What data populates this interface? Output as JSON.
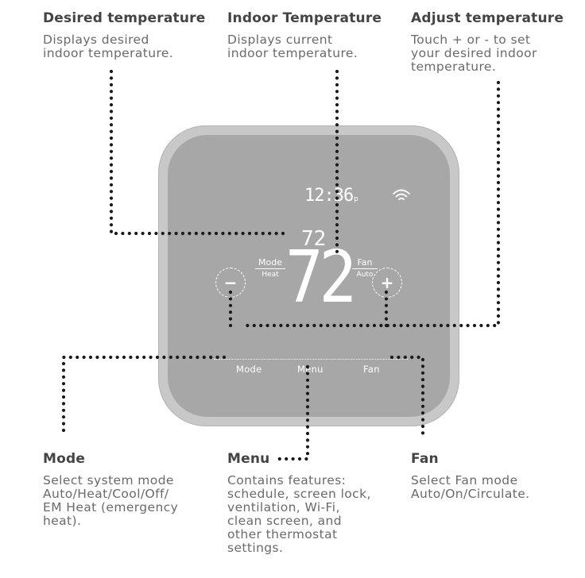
{
  "callouts": {
    "desired": {
      "title": "Desired temperature",
      "desc": [
        "Displays desired",
        "indoor temperature."
      ]
    },
    "indoor": {
      "title": "Indoor Temperature",
      "desc": [
        "Displays current",
        "indoor temperature."
      ]
    },
    "adjust": {
      "title": "Adjust temperature",
      "desc": [
        "Touch + or - to set",
        "your desired indoor",
        "temperature."
      ]
    },
    "mode": {
      "title": "Mode",
      "desc": [
        "Select system mode",
        "Auto/Heat/Cool/Off/",
        "EM Heat (emergency",
        "heat)."
      ]
    },
    "menu": {
      "title": "Menu",
      "desc": [
        "Contains features:",
        "schedule, screen lock,",
        "ventilation, Wi-Fi,",
        "clean screen, and",
        "other thermostat",
        "settings."
      ]
    },
    "fan": {
      "title": "Fan",
      "desc": [
        "Select Fan mode",
        "Auto/On/Circulate."
      ]
    }
  },
  "thermostat": {
    "time": "12:36",
    "ampm": "p",
    "setpoint": "72",
    "indoor_temp": "72",
    "mode_label": "Mode",
    "mode_value": "Heat",
    "fan_label": "Fan",
    "fan_value": "Auto",
    "minus": "−",
    "plus": "+",
    "softkeys": {
      "mode": "Mode",
      "menu": "Menu",
      "fan": "Fan"
    }
  },
  "icons": [
    "wifi-icon",
    "minus-icon",
    "plus-icon"
  ],
  "colors": {
    "device_frame": "#c8c8c8",
    "screen": "#a7a7a7",
    "display_text": "#ffffff",
    "leader_dots": "#1a1a1a",
    "heading": "#444444",
    "body_text": "#6a6a6a"
  }
}
